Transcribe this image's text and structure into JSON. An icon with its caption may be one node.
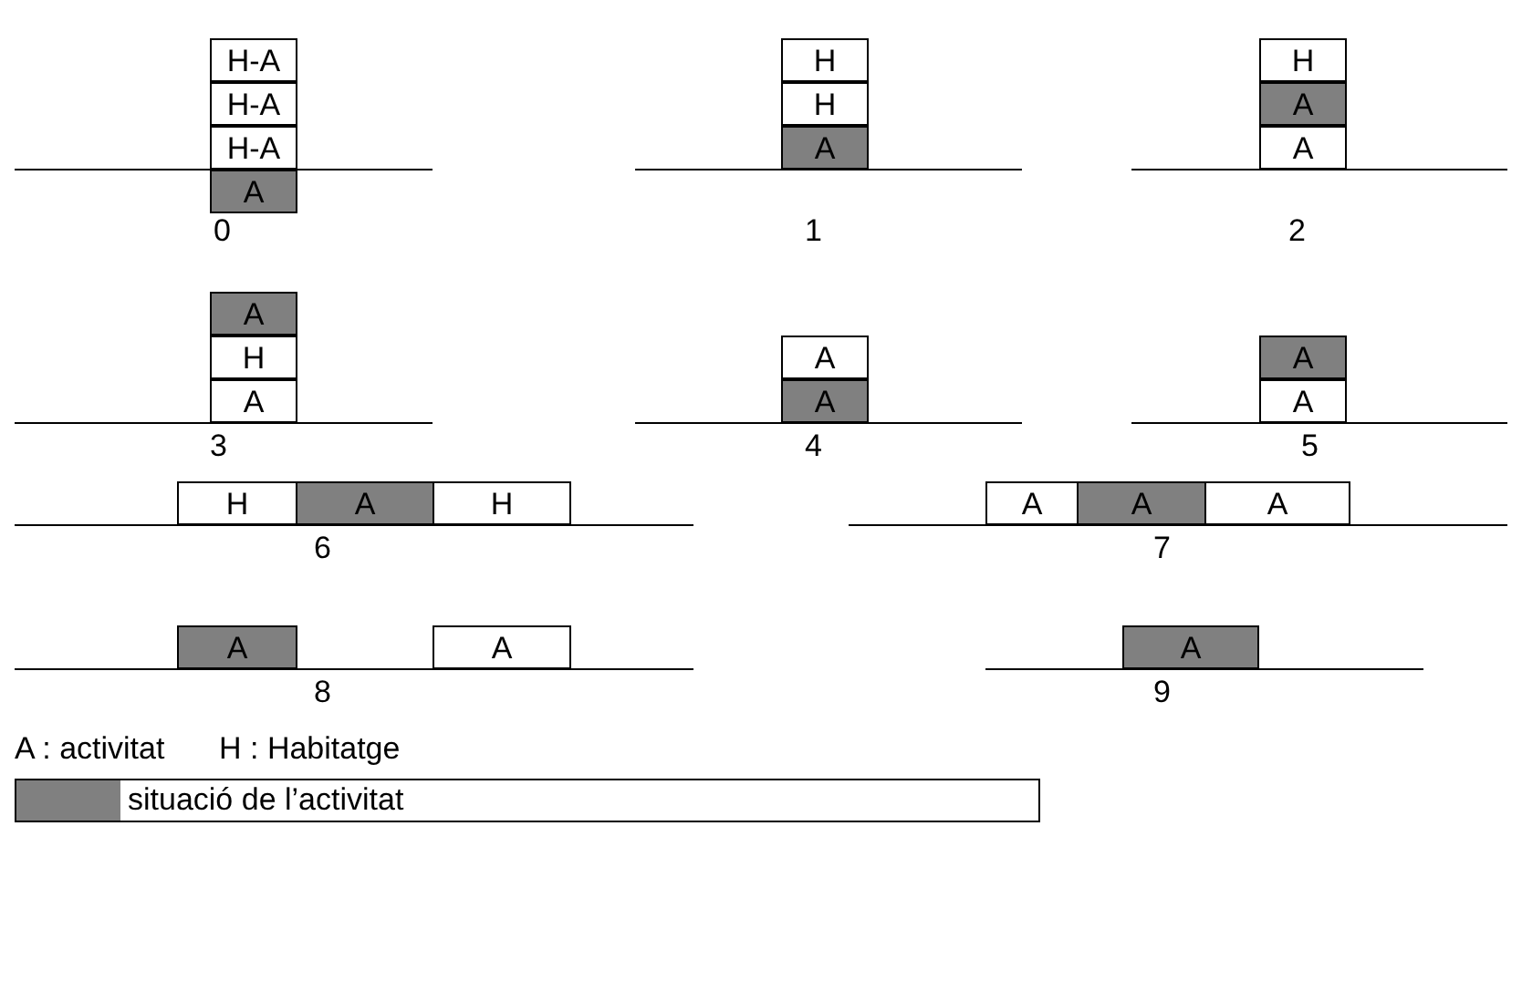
{
  "diagram": {
    "nodes": [
      {
        "text": [
          "H-A"
        ]
      },
      {
        "text": [
          "H-A"
        ]
      },
      {
        "text": [
          "H-A"
        ]
      },
      {
        "text": [
          "A"
        ]
      },
      {
        "text": [
          "H"
        ]
      },
      {
        "text": [
          "H"
        ]
      },
      {
        "text": [
          "A"
        ]
      },
      {
        "text": [
          "H"
        ]
      },
      {
        "text": [
          "A"
        ]
      },
      {
        "text": [
          "A"
        ]
      },
      {
        "text": [
          "A"
        ]
      },
      {
        "text": [
          "H"
        ]
      },
      {
        "text": [
          "A"
        ]
      },
      {
        "text": [
          "A"
        ]
      },
      {
        "text": [
          "A"
        ]
      },
      {
        "text": [
          "A"
        ]
      },
      {
        "text": [
          "A"
        ]
      },
      {
        "text": [
          "H"
        ]
      },
      {
        "text": [
          "A"
        ]
      },
      {
        "text": [
          "H"
        ]
      },
      {
        "text": [
          "A"
        ]
      },
      {
        "text": [
          "A"
        ]
      },
      {
        "text": [
          "A"
        ]
      },
      {
        "text": [
          "A"
        ]
      },
      {
        "text": [
          "A"
        ]
      },
      {
        "text": [
          "A"
        ]
      }
    ],
    "labels": [
      "0",
      "1",
      "2",
      "3",
      "4",
      "5",
      "6",
      "7",
      "8",
      "9",
      "A : activitat",
      "H : Habitatge"
    ],
    "legend": [
      {
        "text": "situació de l’activitat",
        "color": "#808080"
      }
    ]
  }
}
